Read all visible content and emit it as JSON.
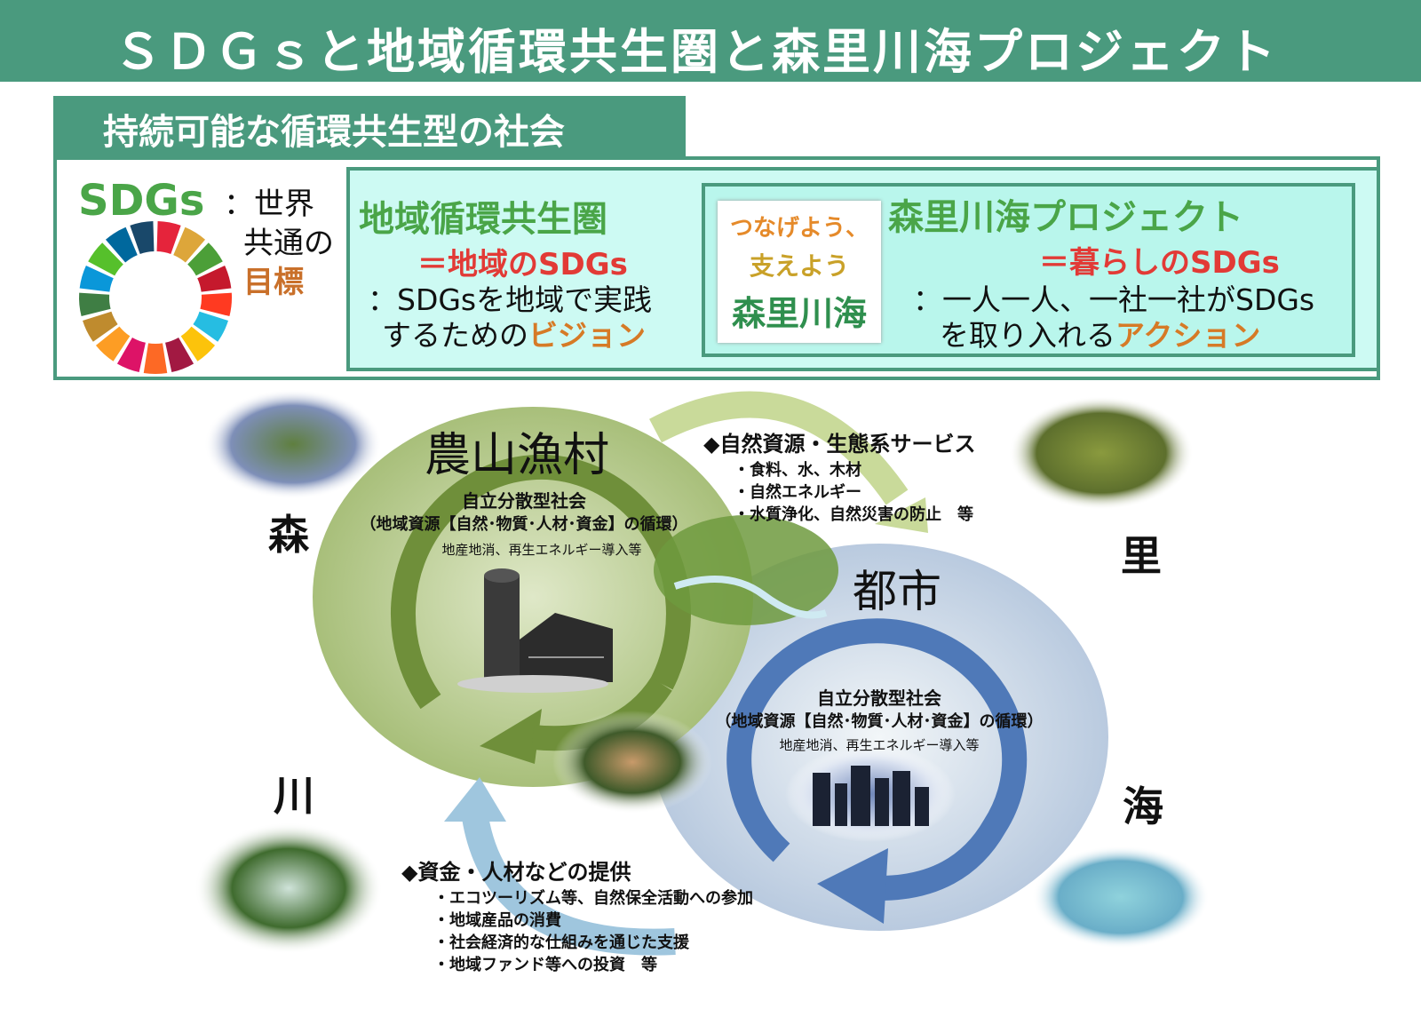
{
  "header": {
    "title": "ＳＤＧｓと地域循環共生圏と森里川海プロジェクト"
  },
  "section": {
    "title": "持続可能な循環共生型の社会"
  },
  "sdgs": {
    "label": "SDGs",
    "desc_line1": "：世界",
    "desc_line2": "共通の",
    "desc_accent": "目標",
    "wheel_colors": [
      "#e5243b",
      "#dda63a",
      "#4c9f38",
      "#c5192d",
      "#ff3a21",
      "#26bde2",
      "#fcc30b",
      "#a21942",
      "#fd6925",
      "#dd1367",
      "#fd9d24",
      "#bf8b2e",
      "#3f7e44",
      "#0a97d9",
      "#56c02b",
      "#00689d",
      "#19486a"
    ]
  },
  "vision": {
    "title": "地域循環共生圏",
    "eq": "＝地域のSDGs",
    "desc_line1": "：SDGsを地域で実践",
    "desc_line2_pre": "するための",
    "desc_line2_accent": "ビジョン"
  },
  "action": {
    "logo_line1": "つなげよう、",
    "logo_line2": "支えよう",
    "logo_line3": "森里川海",
    "title": "森里川海プロジェクト",
    "eq": "＝暮らしのSDGs",
    "desc_line1": "：一人一人、一社一社がSDGs",
    "desc_line2_pre": "を取り入れる",
    "desc_line2_accent": "アクション"
  },
  "diagram": {
    "rural": {
      "title": "農山漁村",
      "society": "自立分散型社会",
      "resources": "（地域資源【自然･物質･人材･資金】の循環）",
      "note": "地産地消、再生エネルギー導入等"
    },
    "urban": {
      "title": "都市",
      "society": "自立分散型社会",
      "resources": "（地域資源【自然･物質･人材･資金】の循環）",
      "note": "地産地消、再生エネルギー導入等"
    },
    "corners": {
      "forest": "森",
      "village": "里",
      "river": "川",
      "sea": "海"
    },
    "nature_flow": {
      "title": "◆自然資源・生態系サービス",
      "items": [
        "・食料、水、木材",
        "・自然エネルギー",
        "・水質浄化、自然災害の防止　等"
      ]
    },
    "funding_flow": {
      "title": "◆資金・人材などの提供",
      "items": [
        "・エコツーリズム等、自然保全活動への参加",
        "・地域産品の消費",
        "・社会経済的な仕組みを通じた支援",
        "・地域ファンド等への投資　等"
      ]
    },
    "colors": {
      "rural_circle": "#a8bf7a",
      "rural_arrow": "#6f8f3a",
      "urban_circle": "#b9cadf",
      "urban_arrow": "#4f79b8",
      "flow_green": "#c9da9a",
      "flow_blue": "#9fc6de"
    }
  }
}
